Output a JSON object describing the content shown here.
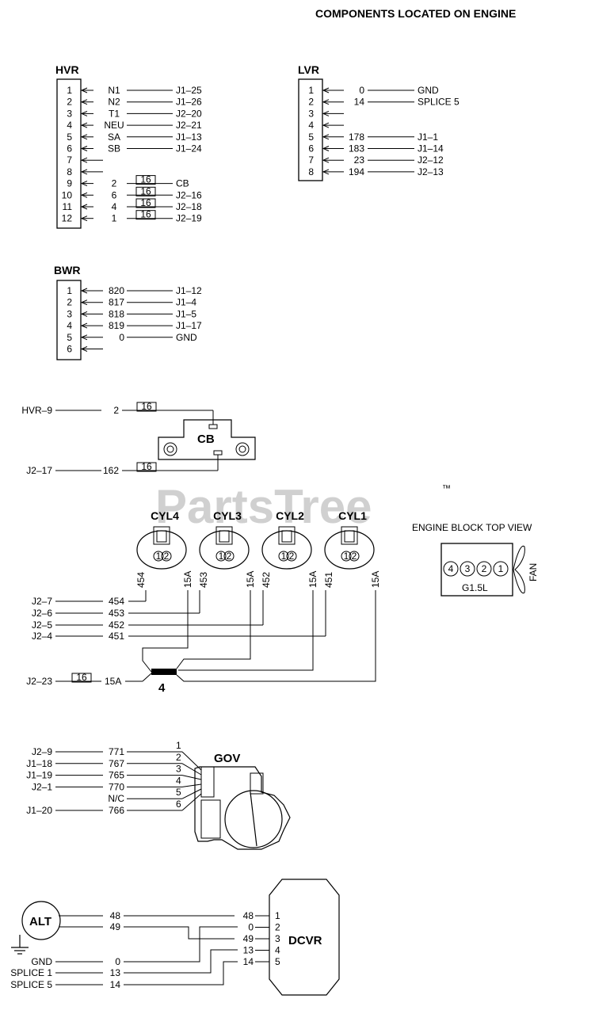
{
  "title": "COMPONENTS LOCATED ON ENGINE",
  "watermark": "PartsTree",
  "watermark_tm": "™",
  "hvr": {
    "name": "HVR",
    "pins": [
      {
        "pin": "1",
        "wire": "N1",
        "gauge": "",
        "dest": "J1–25"
      },
      {
        "pin": "2",
        "wire": "N2",
        "gauge": "",
        "dest": "J1–26"
      },
      {
        "pin": "3",
        "wire": "T1",
        "gauge": "",
        "dest": "J2–20"
      },
      {
        "pin": "4",
        "wire": "NEU",
        "gauge": "",
        "dest": "J2–21"
      },
      {
        "pin": "5",
        "wire": "SA",
        "gauge": "",
        "dest": "J1–13"
      },
      {
        "pin": "6",
        "wire": "SB",
        "gauge": "",
        "dest": "J1–24"
      },
      {
        "pin": "7",
        "wire": "",
        "gauge": "",
        "dest": ""
      },
      {
        "pin": "8",
        "wire": "",
        "gauge": "",
        "dest": ""
      },
      {
        "pin": "9",
        "wire": "2",
        "gauge": "16",
        "dest": "CB"
      },
      {
        "pin": "10",
        "wire": "6",
        "gauge": "16",
        "dest": "J2–16"
      },
      {
        "pin": "11",
        "wire": "4",
        "gauge": "16",
        "dest": "J2–18"
      },
      {
        "pin": "12",
        "wire": "1",
        "gauge": "16",
        "dest": "J2–19"
      }
    ]
  },
  "lvr": {
    "name": "LVR",
    "pins": [
      {
        "pin": "1",
        "wire": "0",
        "dest": "GND"
      },
      {
        "pin": "2",
        "wire": "14",
        "dest": "SPLICE 5"
      },
      {
        "pin": "3",
        "wire": "",
        "dest": ""
      },
      {
        "pin": "4",
        "wire": "",
        "dest": ""
      },
      {
        "pin": "5",
        "wire": "178",
        "dest": "J1–1"
      },
      {
        "pin": "6",
        "wire": "183",
        "dest": "J1–14"
      },
      {
        "pin": "7",
        "wire": "23",
        "dest": "J2–12"
      },
      {
        "pin": "8",
        "wire": "194",
        "dest": "J2–13"
      }
    ]
  },
  "bwr": {
    "name": "BWR",
    "pins": [
      {
        "pin": "1",
        "wire": "820",
        "dest": "J1–12"
      },
      {
        "pin": "2",
        "wire": "817",
        "dest": "J1–4"
      },
      {
        "pin": "3",
        "wire": "818",
        "dest": "J1–5"
      },
      {
        "pin": "4",
        "wire": "819",
        "dest": "J1–17"
      },
      {
        "pin": "5",
        "wire": "0",
        "dest": "GND"
      },
      {
        "pin": "6",
        "wire": "",
        "dest": ""
      }
    ]
  },
  "cb": {
    "name": "CB",
    "wires": [
      {
        "src": "HVR–9",
        "wire": "2",
        "gauge": "16"
      },
      {
        "src": "J2–17",
        "wire": "162",
        "gauge": "16"
      }
    ]
  },
  "cylinders": {
    "labels": [
      "CYL4",
      "CYL3",
      "CYL2",
      "CYL1"
    ],
    "coil_pins": [
      "1",
      "2"
    ],
    "lead_labels": [
      {
        "signal": "454",
        "common": "15A"
      },
      {
        "signal": "453",
        "common": "15A"
      },
      {
        "signal": "452",
        "common": "15A"
      },
      {
        "signal": "451",
        "common": "15A"
      }
    ],
    "feeds": [
      {
        "src": "J2–7",
        "wire": "454"
      },
      {
        "src": "J2–6",
        "wire": "453"
      },
      {
        "src": "J2–5",
        "wire": "452"
      },
      {
        "src": "J2–4",
        "wire": "451"
      }
    ],
    "common_feed": {
      "src": "J2–23",
      "gauge": "16",
      "wire": "15A"
    },
    "splice_label": "4"
  },
  "engine_block": {
    "title": "ENGINE BLOCK TOP VIEW",
    "cylinders": [
      "4",
      "3",
      "2",
      "1"
    ],
    "model": "G1.5L",
    "fan": "FAN"
  },
  "gov": {
    "name": "GOV",
    "pins": [
      {
        "src": "J2–9",
        "wire": "771",
        "pin": "1"
      },
      {
        "src": "J1–18",
        "wire": "767",
        "pin": "2"
      },
      {
        "src": "J1–19",
        "wire": "765",
        "pin": "3"
      },
      {
        "src": "J2–1",
        "wire": "770",
        "pin": "4"
      },
      {
        "src": "",
        "wire": "N/C",
        "pin": "5"
      },
      {
        "src": "J1–20",
        "wire": "766",
        "pin": "6"
      }
    ]
  },
  "alt": {
    "name": "ALT",
    "wires": [
      {
        "src": "",
        "wire": "48"
      },
      {
        "src": "",
        "wire": "49"
      },
      {
        "src": "GND",
        "wire": "0"
      },
      {
        "src": "SPLICE 1",
        "wire": "13"
      },
      {
        "src": "SPLICE 5",
        "wire": "14"
      }
    ]
  },
  "dcvr": {
    "name": "DCVR",
    "pins": [
      {
        "pin": "1",
        "wire": "48"
      },
      {
        "pin": "2",
        "wire": "0"
      },
      {
        "pin": "3",
        "wire": "49"
      },
      {
        "pin": "4",
        "wire": "13"
      },
      {
        "pin": "5",
        "wire": "14"
      }
    ]
  }
}
